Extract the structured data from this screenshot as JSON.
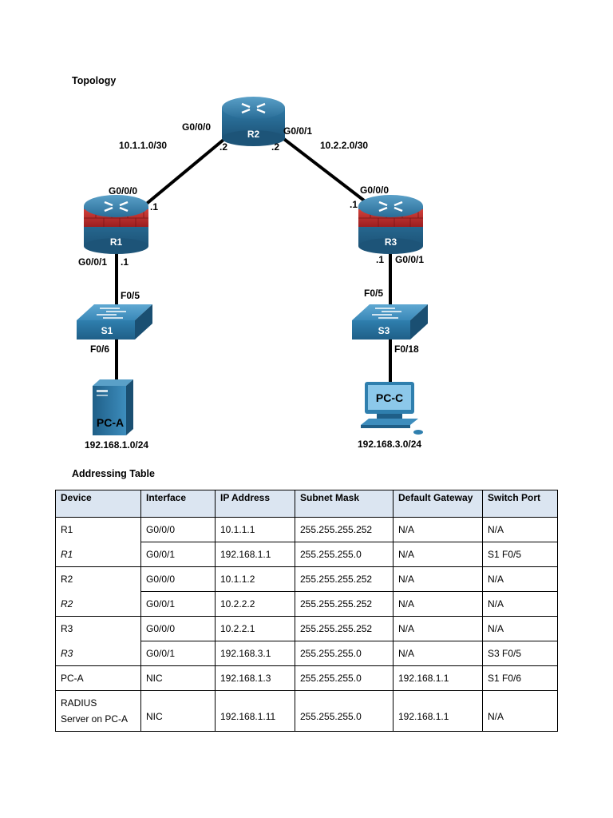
{
  "topology": {
    "heading": "Topology",
    "devices": {
      "r1": "R1",
      "r2": "R2",
      "r3": "R3",
      "s1": "S1",
      "s3": "S3",
      "pca": "PC-A",
      "pcc": "PC-C"
    },
    "labels": {
      "r2_g000": "G0/0/0",
      "r2_g001": "G0/0/1",
      "net_r1_r2": "10.1.1.0/30",
      "net_r2_r3": "10.2.2.0/30",
      "r2_left_host": ".2",
      "r2_right_host": ".2",
      "r1_g000": "G0/0/0",
      "r1_g000_host": ".1",
      "r3_g000": "G0/0/0",
      "r3_g000_host": ".1",
      "r1_g001": "G0/0/1",
      "r1_g001_host": ".1",
      "r3_g001": "G0/0/1",
      "r3_g001_host": ".1",
      "s1_f05": "F0/5",
      "s1_f06": "F0/6",
      "s3_f05": "F0/5",
      "s3_f018": "F0/18",
      "lan_a": "192.168.1.0/24",
      "lan_c": "192.168.3.0/24"
    },
    "colors": {
      "router_blue": "#2c6f96",
      "firewall_red": "#b8282a",
      "switch_blue": "#2f7fae",
      "link": "#000000"
    }
  },
  "addressing": {
    "heading": "Addressing Table",
    "columns": [
      "Device",
      "Interface",
      "IP Address",
      "Subnet Mask",
      "Default Gateway",
      "Switch Port"
    ],
    "rows": [
      {
        "device": "R1",
        "interface": "G0/0/0",
        "ip": "10.1.1.1",
        "mask": "255.255.255.252",
        "gateway": "N/A",
        "port": "N/A"
      },
      {
        "device": "R1",
        "interface": "G0/0/1",
        "ip": "192.168.1.1",
        "mask": "255.255.255.0",
        "gateway": "N/A",
        "port": "S1 F0/5"
      },
      {
        "device": "R2",
        "interface": "G0/0/0",
        "ip": "10.1.1.2",
        "mask": "255.255.255.252",
        "gateway": "N/A",
        "port": "N/A"
      },
      {
        "device": "R2",
        "interface": "G0/0/1",
        "ip": "10.2.2.2",
        "mask": "255.255.255.252",
        "gateway": "N/A",
        "port": "N/A"
      },
      {
        "device": "R3",
        "interface": "G0/0/0",
        "ip": "10.2.2.1",
        "mask": "255.255.255.252",
        "gateway": "N/A",
        "port": "N/A"
      },
      {
        "device": "R3",
        "interface": "G0/0/1",
        "ip": "192.168.3.1",
        "mask": "255.255.255.0",
        "gateway": "N/A",
        "port": "S3 F0/5"
      },
      {
        "device": "PC-A",
        "interface": "NIC",
        "ip": "192.168.1.3",
        "mask": "255.255.255.0",
        "gateway": "192.168.1.1",
        "port": "S1 F0/6"
      },
      {
        "device_line1": "RADIUS",
        "device_line2": "Server on PC-A",
        "interface": "NIC",
        "ip": "192.168.1.11",
        "mask": "255.255.255.0",
        "gateway": "192.168.1.1",
        "port": "N/A"
      }
    ]
  }
}
